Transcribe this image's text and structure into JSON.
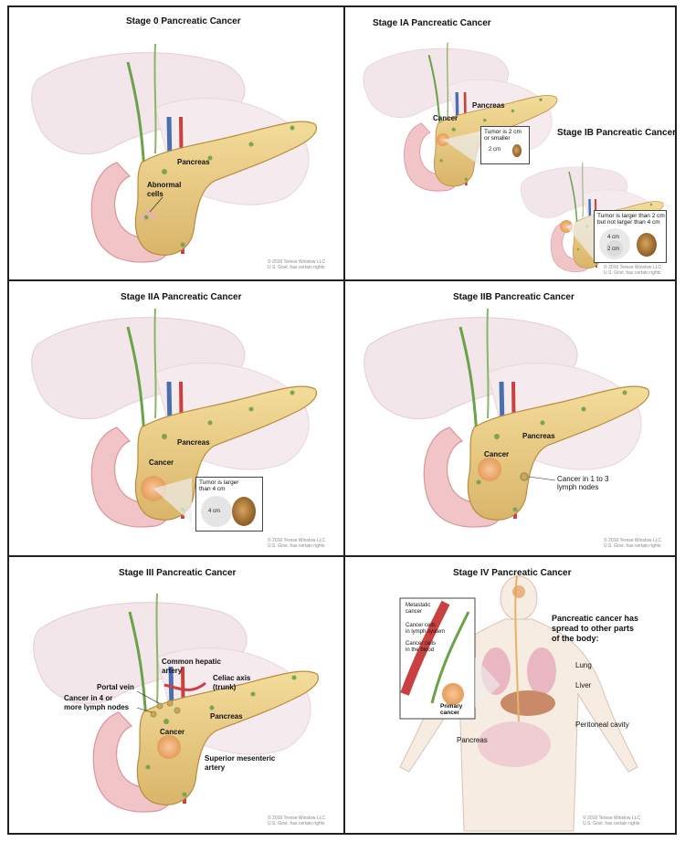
{
  "copyright": {
    "line1": "© 2016 Terese Winslow LLC",
    "line2": "U.S. Govt. has certain rights"
  },
  "panels": {
    "stage0": {
      "title": "Stage 0 Pancreatic Cancer",
      "pancreas": "Pancreas",
      "abnormal": "Abnormal\ncells"
    },
    "stage1a": {
      "title": "Stage IA Pancreatic Cancer",
      "pancreas": "Pancreas",
      "cancer": "Cancer",
      "tumor_text": "Tumor is 2 cm\nor smaller",
      "dim": "2 cm"
    },
    "stage1b": {
      "title": "Stage IB Pancreatic Cancer",
      "tumor_text": "Tumor is larger than 2 cm\nbut not larger than 4 cm",
      "dim1": "4 cm",
      "dim2": "2 cm"
    },
    "stage2a": {
      "title": "Stage IIA Pancreatic Cancer",
      "pancreas": "Pancreas",
      "cancer": "Cancer",
      "tumor_text": "Tumor is larger\nthan 4 cm",
      "dim": "4 cm"
    },
    "stage2b": {
      "title": "Stage IIB Pancreatic Cancer",
      "pancreas": "Pancreas",
      "cancer": "Cancer",
      "nodes": "Cancer in 1 to 3\nlymph nodes"
    },
    "stage3": {
      "title": "Stage III Pancreatic Cancer",
      "hepatic": "Common hepatic\nartery",
      "celiac": "Celiac axis\n(trunk)",
      "portal": "Portal vein",
      "nodes": "Cancer in 4 or\nmore lymph nodes",
      "pancreas": "Pancreas",
      "cancer": "Cancer",
      "sma": "Superior mesenteric\nartery"
    },
    "stage4": {
      "title": "Stage IV Pancreatic Cancer",
      "metastatic": "Metastatic\ncancer",
      "lymph": "Cancer cells\nin lymph system",
      "blood": "Cancer cells\nin the blood",
      "primary": "Primary\ncancer",
      "spread": "Pancreatic cancer has\nspread to other parts\nof the body:",
      "lung": "Lung",
      "liver": "Liver",
      "peritoneal": "Peritoneal cavity",
      "pancreas": "Pancreas"
    }
  }
}
